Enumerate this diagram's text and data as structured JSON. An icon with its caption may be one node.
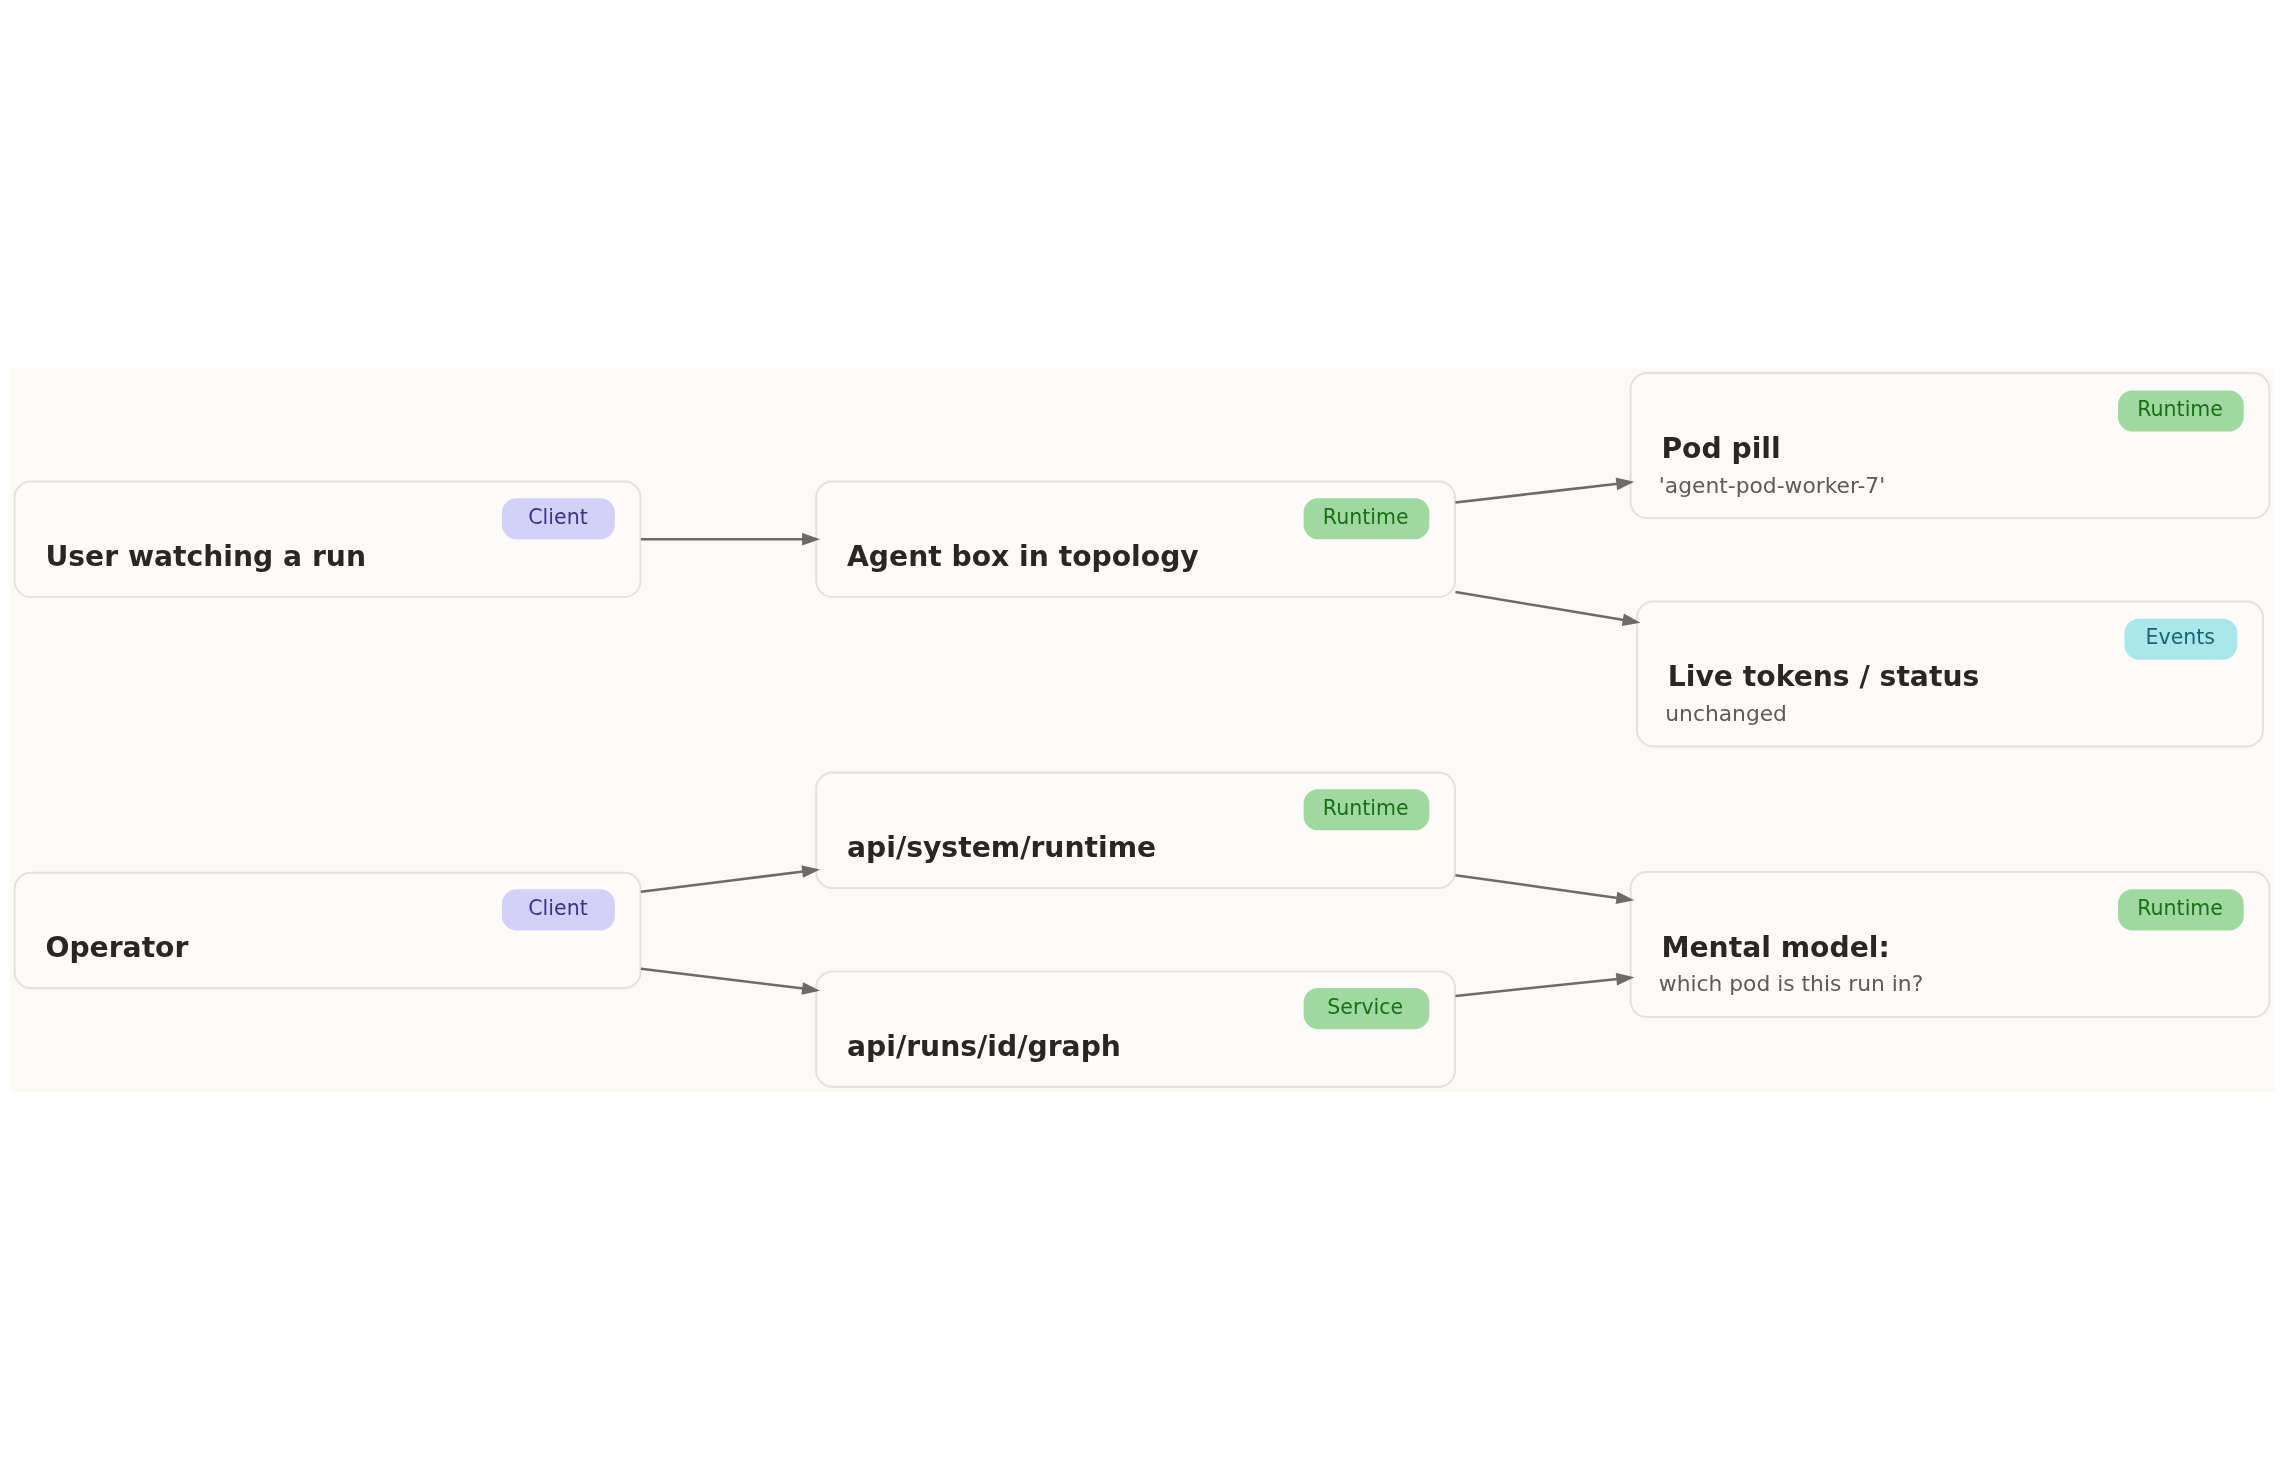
{
  "diagram": {
    "nodes": [
      {
        "text": [
          "Client",
          "User watching a run"
        ]
      },
      {
        "text": [
          "Runtime",
          "Agent box in topology"
        ]
      },
      {
        "text": [
          "Runtime",
          "Pod pill",
          "'agent-pod-worker-7'"
        ]
      },
      {
        "text": [
          "Events",
          "Live tokens / status",
          "unchanged"
        ]
      },
      {
        "text": [
          "Client",
          "Operator"
        ]
      },
      {
        "text": [
          "Runtime",
          "api/system/runtime"
        ]
      },
      {
        "text": [
          "Service",
          "api/runs/id/graph"
        ]
      },
      {
        "text": [
          "Runtime",
          "Mental model:",
          "which pod is this run in?"
        ]
      }
    ],
    "edges": [
      {
        "from": 0,
        "to": 1,
        "arrow": "to"
      },
      {
        "from": 1,
        "to": 2,
        "arrow": "to"
      },
      {
        "from": 1,
        "to": 3,
        "arrow": "to"
      },
      {
        "from": 4,
        "to": 5,
        "arrow": "to"
      },
      {
        "from": 4,
        "to": 6,
        "arrow": "to"
      },
      {
        "from": 5,
        "to": 7,
        "arrow": "to"
      },
      {
        "from": 6,
        "to": 7,
        "arrow": "to"
      }
    ]
  }
}
